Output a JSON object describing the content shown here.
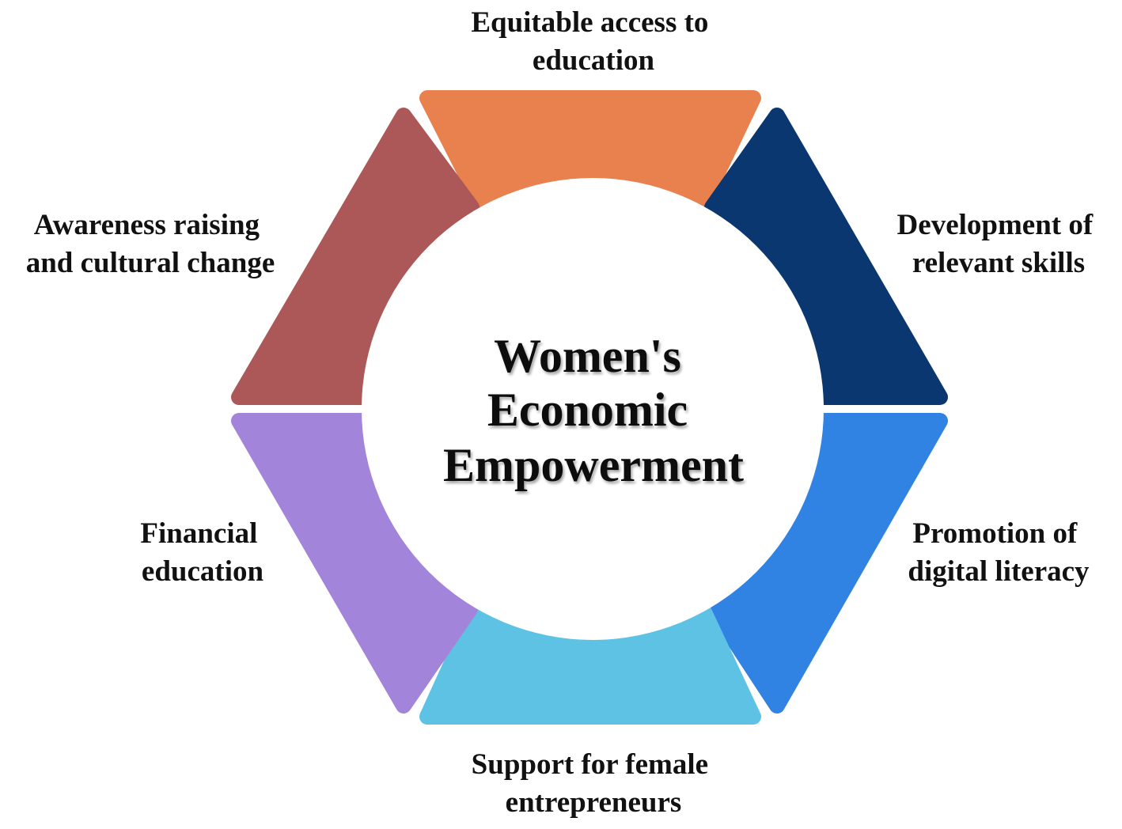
{
  "center": {
    "lines": [
      "Women's",
      "Economic",
      "Empowerment"
    ]
  },
  "segments": [
    {
      "id": "equitable-access",
      "color": "#E8814E",
      "label_lines": [
        "Equitable access to",
        "education"
      ]
    },
    {
      "id": "relevant-skills",
      "color": "#0A3770",
      "label_lines": [
        "Development of",
        "relevant skills"
      ]
    },
    {
      "id": "digital-literacy",
      "color": "#3082E3",
      "label_lines": [
        "Promotion of",
        "digital literacy"
      ]
    },
    {
      "id": "female-entrepreneurs",
      "color": "#5DC2E4",
      "label_lines": [
        "Support for female",
        "entrepreneurs"
      ]
    },
    {
      "id": "financial-education",
      "color": "#A384DB",
      "label_lines": [
        "Financial",
        "education"
      ]
    },
    {
      "id": "awareness-cultural",
      "color": "#AD5858",
      "label_lines": [
        "Awareness raising",
        "and cultural change"
      ]
    }
  ]
}
